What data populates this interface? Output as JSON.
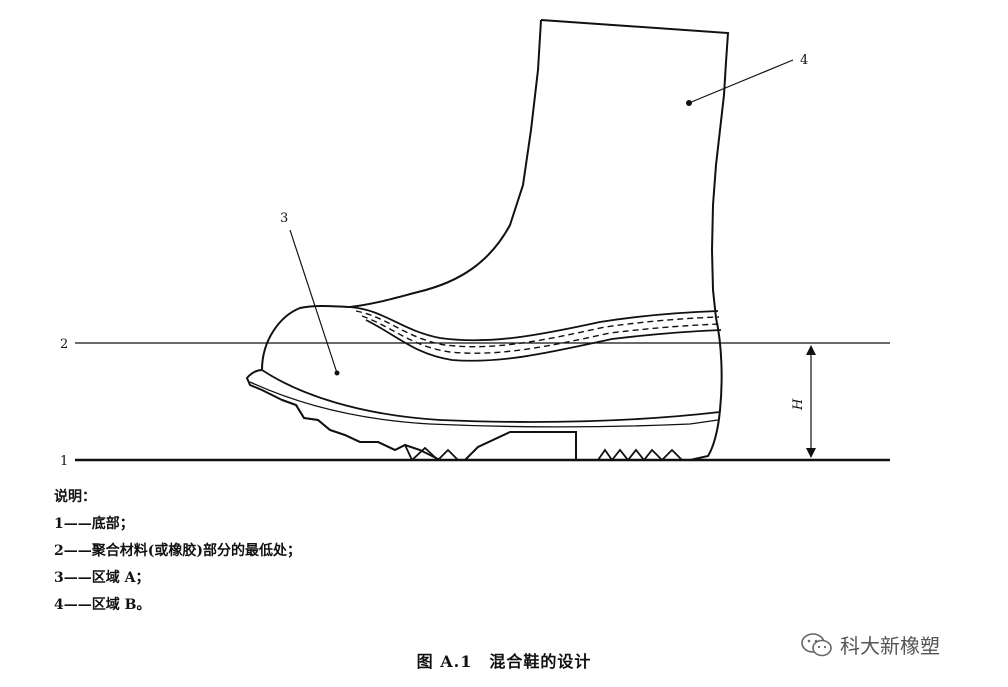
{
  "diagram": {
    "labels": {
      "bottom": "1",
      "lowest_polymer": "2",
      "zone_a": "3",
      "zone_b": "4",
      "height": "H"
    }
  },
  "legend": {
    "heading": "说明：",
    "items": [
      "1——底部；",
      "2——聚合材料(或橡胶)部分的最低处；",
      "3——区域 A；",
      "4——区域 B。"
    ]
  },
  "caption": "图 A.1　混合鞋的设计",
  "watermark": {
    "text": "科大新橡塑",
    "icon": "wechat-icon"
  }
}
